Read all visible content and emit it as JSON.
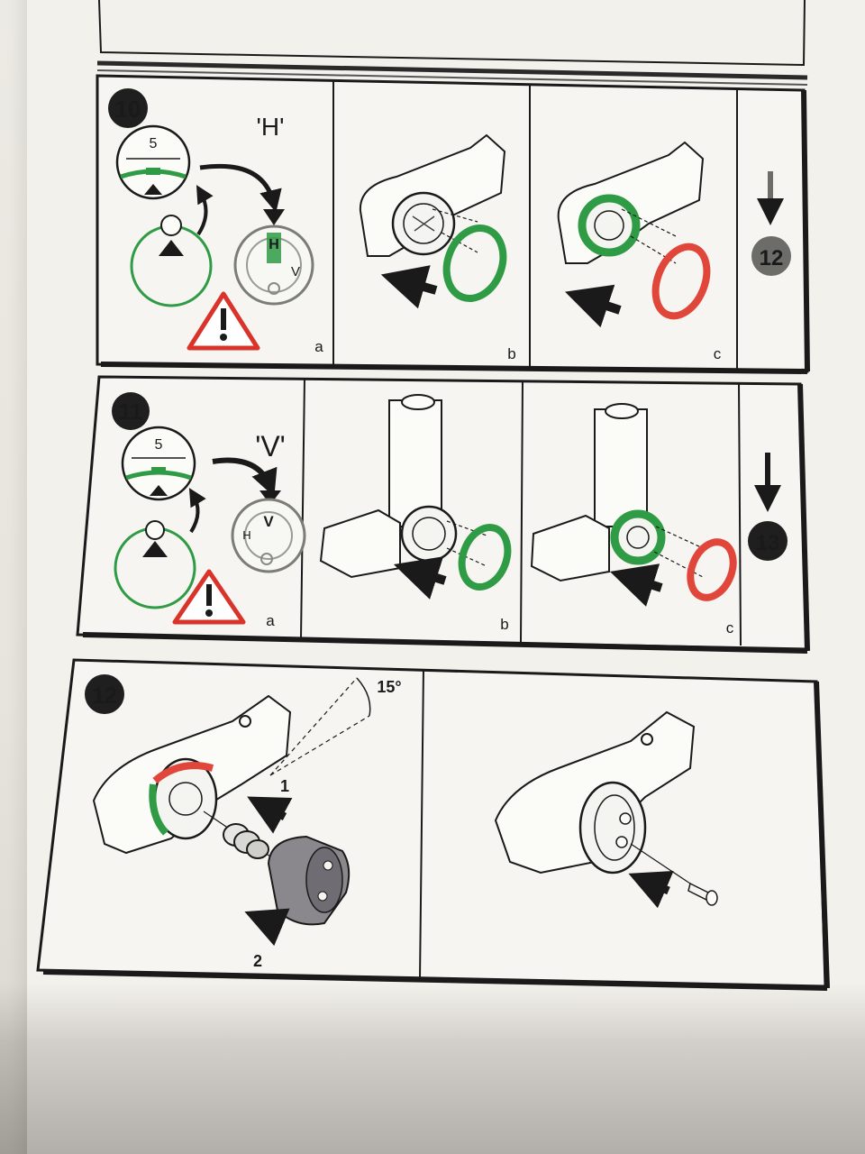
{
  "document": {
    "steps": [
      {
        "number": "10",
        "mode_label": "'H'",
        "dial_number": "5",
        "dial_letters": [
          "H",
          "V"
        ],
        "panel_letters": [
          "a",
          "b",
          "c"
        ],
        "next_step": "12"
      },
      {
        "number": "11",
        "mode_label": "'V'",
        "dial_number": "5",
        "dial_letters": [
          "H",
          "V"
        ],
        "panel_letters": [
          "a",
          "b",
          "c"
        ],
        "next_step": "13"
      },
      {
        "number": "12",
        "angle_label": "15°",
        "order_labels": [
          "1",
          "2"
        ]
      }
    ]
  },
  "colors": {
    "green": "#2f9b45",
    "red": "#e0463a",
    "ink": "#1a1a1a",
    "warning_red": "#d9342b"
  },
  "icons": [
    "warning-triangle-icon",
    "down-arrow-icon",
    "push-arrow-icon",
    "curved-arrow-icon"
  ]
}
